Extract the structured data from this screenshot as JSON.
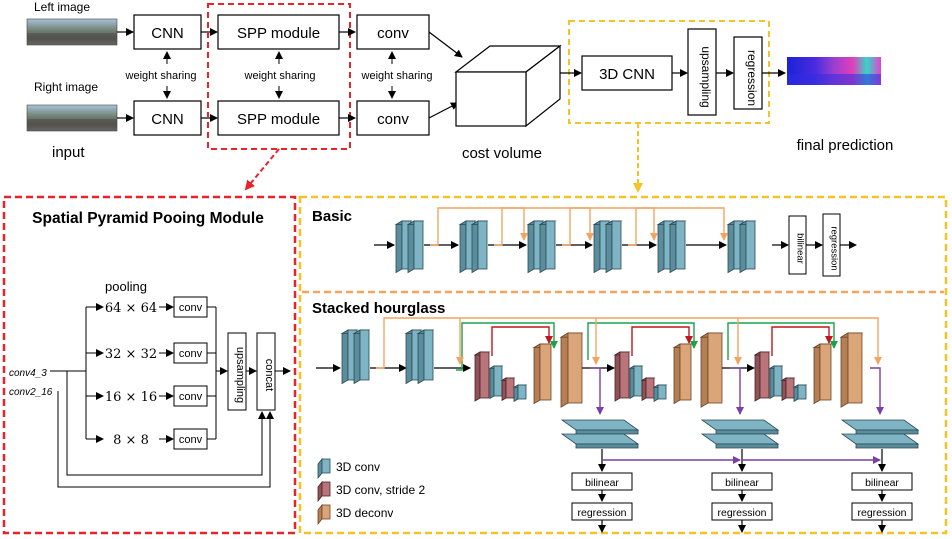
{
  "top": {
    "left_image": "Left image",
    "right_image": "Right image",
    "input": "input",
    "cnn": "CNN",
    "spp": "SPP module",
    "conv": "conv",
    "weight_sharing": "weight sharing",
    "cost_volume": "cost volume",
    "cnn3d": "3D CNN",
    "upsampling": "upsampling",
    "regression": "regression",
    "final_prediction": "final prediction"
  },
  "spp_detail": {
    "title": "Spatial Pyramid Pooing Module",
    "pooling": "pooling",
    "sizes": [
      "64 × 64",
      "32 × 32",
      "16 × 16",
      "8 × 8"
    ],
    "conv": "conv",
    "upsampling": "upsampling",
    "concat": "concat",
    "inputs": [
      "conv4_3",
      "conv2_16"
    ]
  },
  "basic": {
    "title": "Basic",
    "bilinear": "bilinear",
    "regression": "regression"
  },
  "hourglass": {
    "title": "Stacked hourglass",
    "bilinear": "bilinear",
    "regression": "regression"
  },
  "legend": [
    {
      "label": "3D conv",
      "color": "#7eb4c4"
    },
    {
      "label": "3D conv, stride 2",
      "color": "#b9757a"
    },
    {
      "label": "3D deconv",
      "color": "#dba57a"
    }
  ],
  "colors": {
    "red_dash": "#e8232a",
    "yellow_dash": "#f5c325",
    "orange_arrow": "#f4a460",
    "green_arrow": "#1aa34a",
    "dark_red_arrow": "#c0171c",
    "purple_arrow": "#7a3fa8"
  }
}
